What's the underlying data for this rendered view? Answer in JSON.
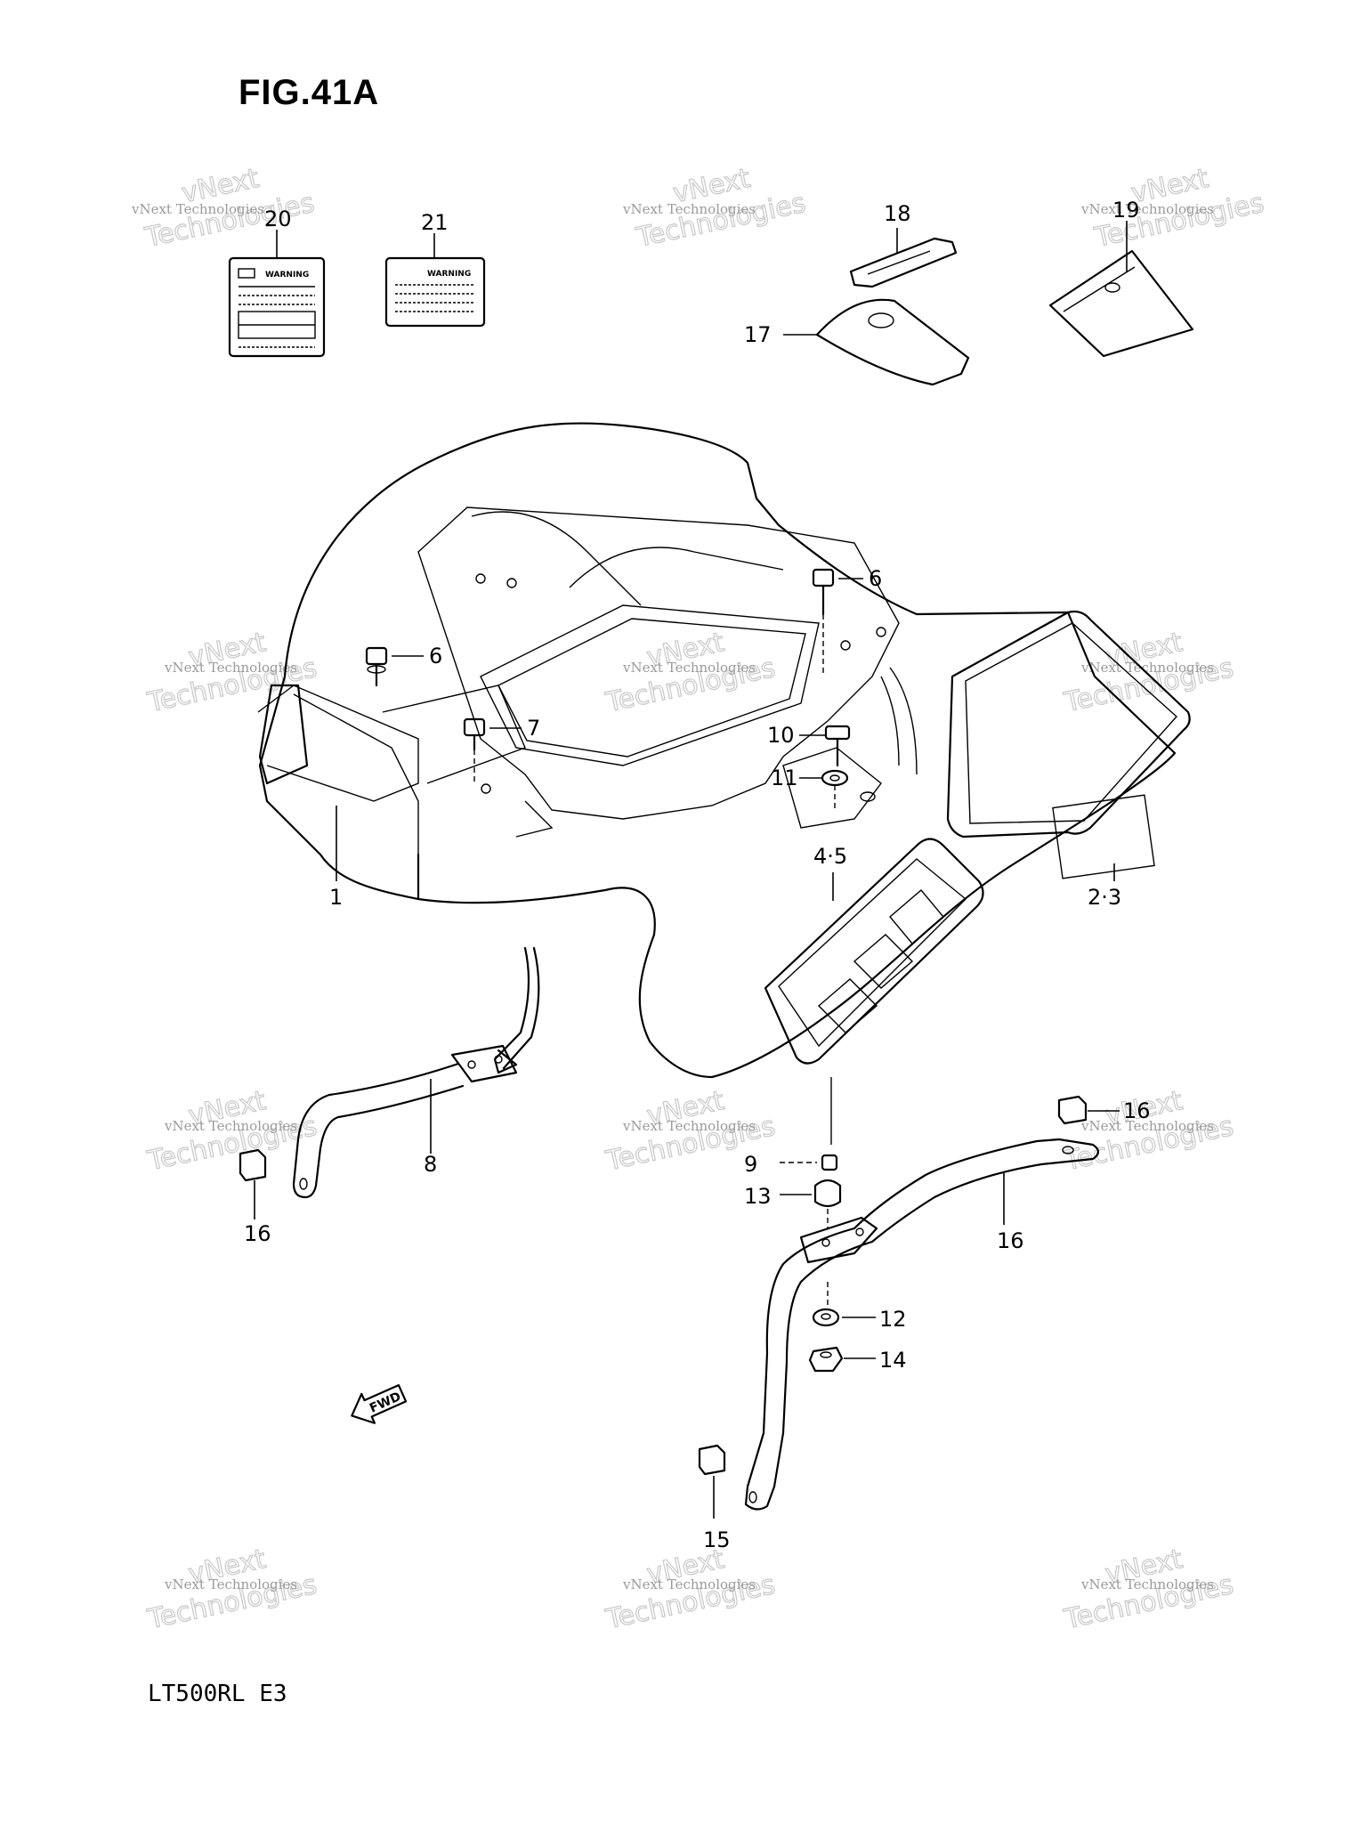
{
  "figure": {
    "title": "FIG.41A",
    "model_code": "LT500RL  E3"
  },
  "callouts": [
    {
      "id": "c20",
      "text": "20"
    },
    {
      "id": "c21",
      "text": "21"
    },
    {
      "id": "c18",
      "text": "18"
    },
    {
      "id": "c17",
      "text": "17"
    },
    {
      "id": "c19",
      "text": "19"
    },
    {
      "id": "c6a",
      "text": "6"
    },
    {
      "id": "c6b",
      "text": "6"
    },
    {
      "id": "c7",
      "text": "7"
    },
    {
      "id": "c10",
      "text": "10"
    },
    {
      "id": "c11",
      "text": "11"
    },
    {
      "id": "c45",
      "text": "4·5"
    },
    {
      "id": "c1",
      "text": "1"
    },
    {
      "id": "c23",
      "text": "2·3"
    },
    {
      "id": "c8",
      "text": "8"
    },
    {
      "id": "c16a",
      "text": "16"
    },
    {
      "id": "c16b",
      "text": "16"
    },
    {
      "id": "c16c",
      "text": "16"
    },
    {
      "id": "c9",
      "text": "9"
    },
    {
      "id": "c13",
      "text": "13"
    },
    {
      "id": "c12",
      "text": "12"
    },
    {
      "id": "c14",
      "text": "14"
    },
    {
      "id": "c15",
      "text": "15"
    }
  ],
  "labels": {
    "warning_a": "WARNING",
    "warning_b": "WARNING",
    "fwd": "FWD"
  },
  "watermark": {
    "line1": "vNext Technologies",
    "line2": "vNext",
    "line3": "Technologies"
  }
}
